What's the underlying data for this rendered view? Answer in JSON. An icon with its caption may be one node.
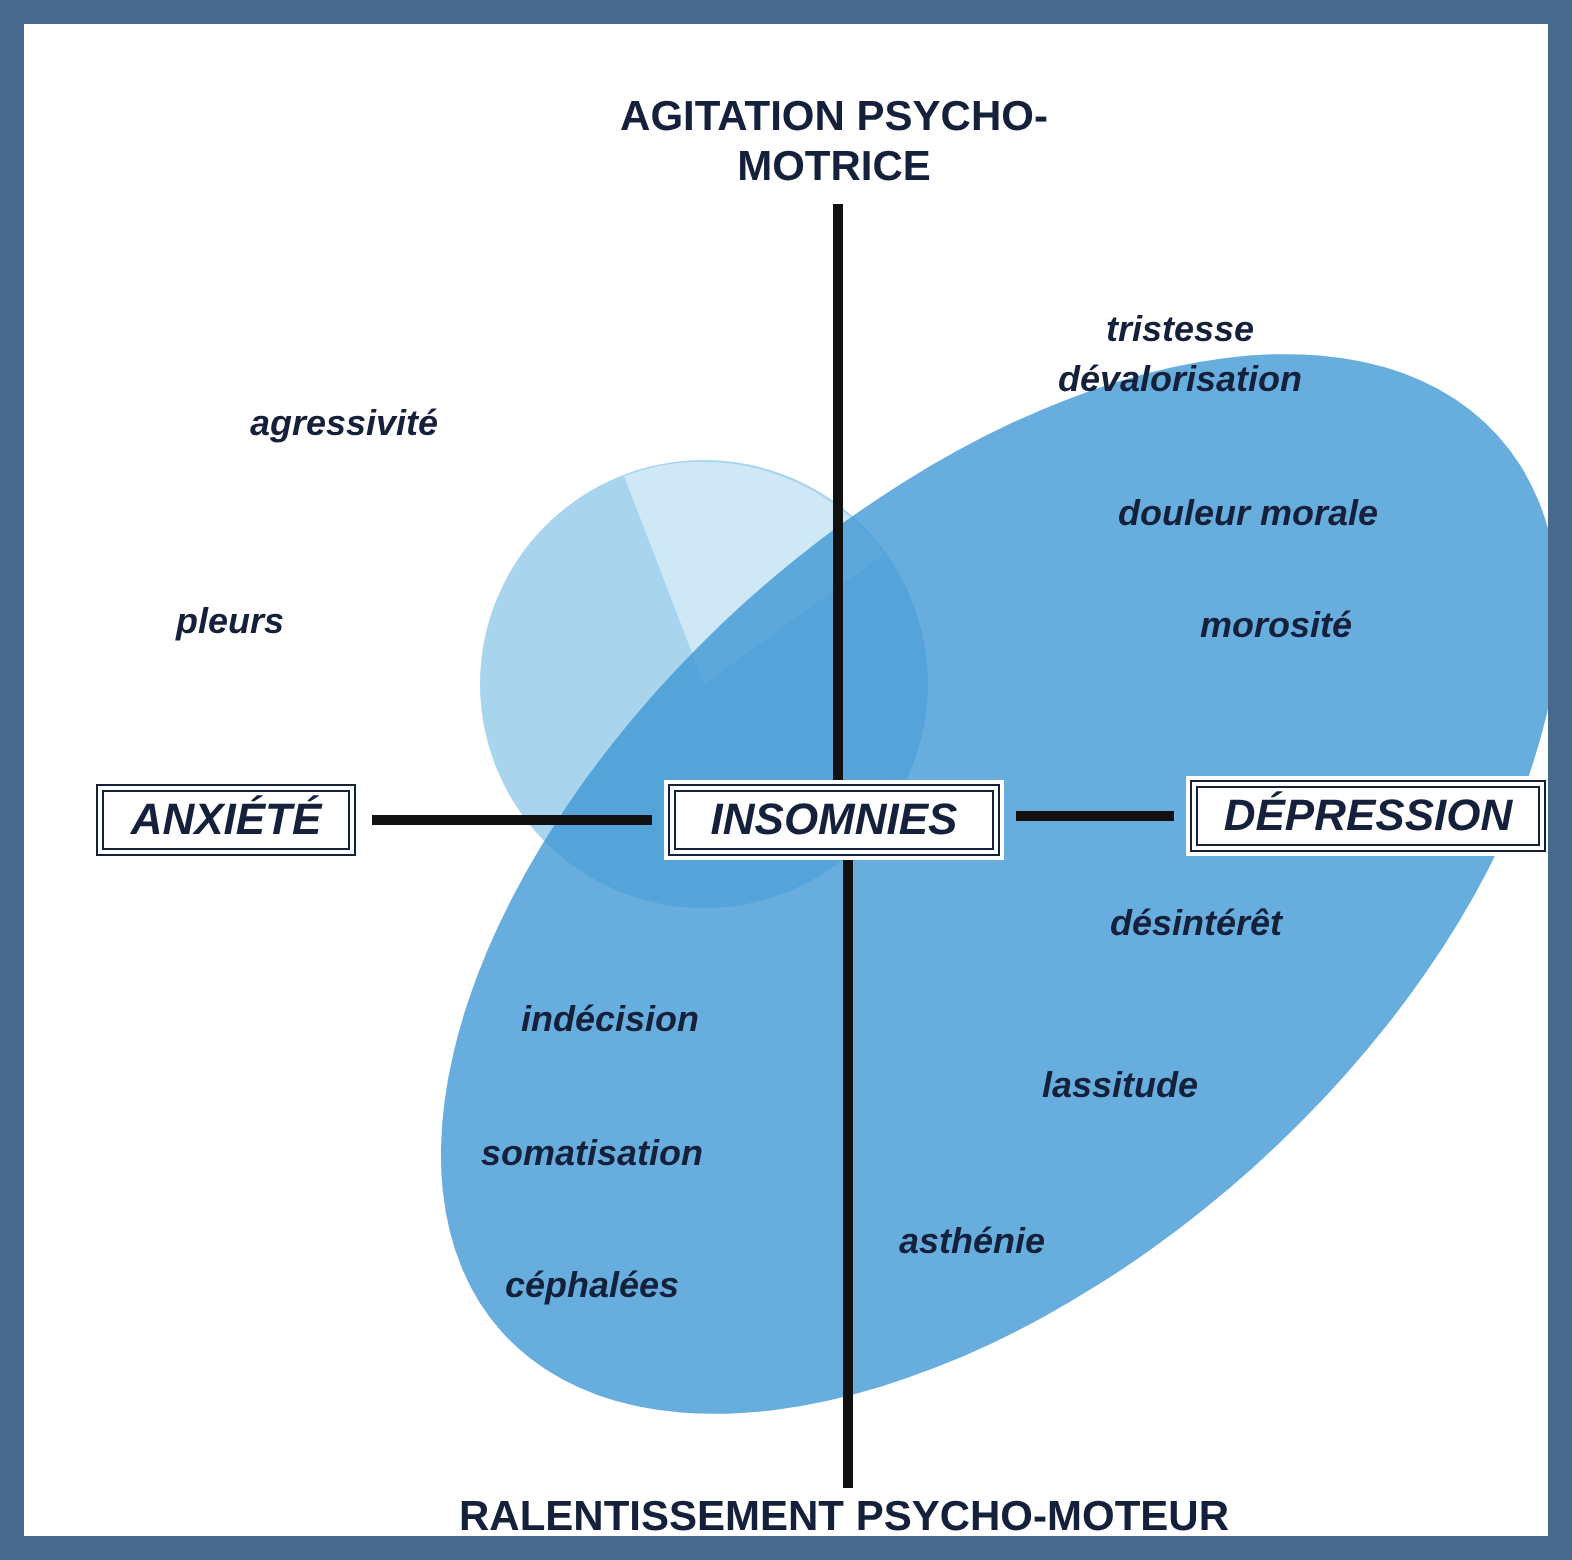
{
  "diagram": {
    "nodes": [
      {
        "text": [
          "AGITATION PSYCHO-MOTRICE"
        ]
      },
      {
        "text": [
          "ANXIÉTÉ"
        ]
      },
      {
        "text": [
          "INSOMNIES"
        ]
      },
      {
        "text": [
          "DÉPRESSION"
        ]
      },
      {
        "text": [
          "RALENTISSEMENT PSYCHO-MOTEUR"
        ]
      }
    ],
    "edges": [
      {
        "from": 0,
        "to": 2,
        "arrow": "none"
      },
      {
        "from": 1,
        "to": 2,
        "arrow": "none"
      },
      {
        "from": 2,
        "to": 3,
        "arrow": "none"
      },
      {
        "from": 2,
        "to": 4,
        "arrow": "none"
      }
    ],
    "labels": [
      "tristesse",
      "agressivité",
      "dévalorisation",
      "douleur morale",
      "pleurs",
      "morosité",
      "désintérêt",
      "indécision",
      "lassitude",
      "somatisation",
      "asthénie",
      "céphalées"
    ]
  }
}
